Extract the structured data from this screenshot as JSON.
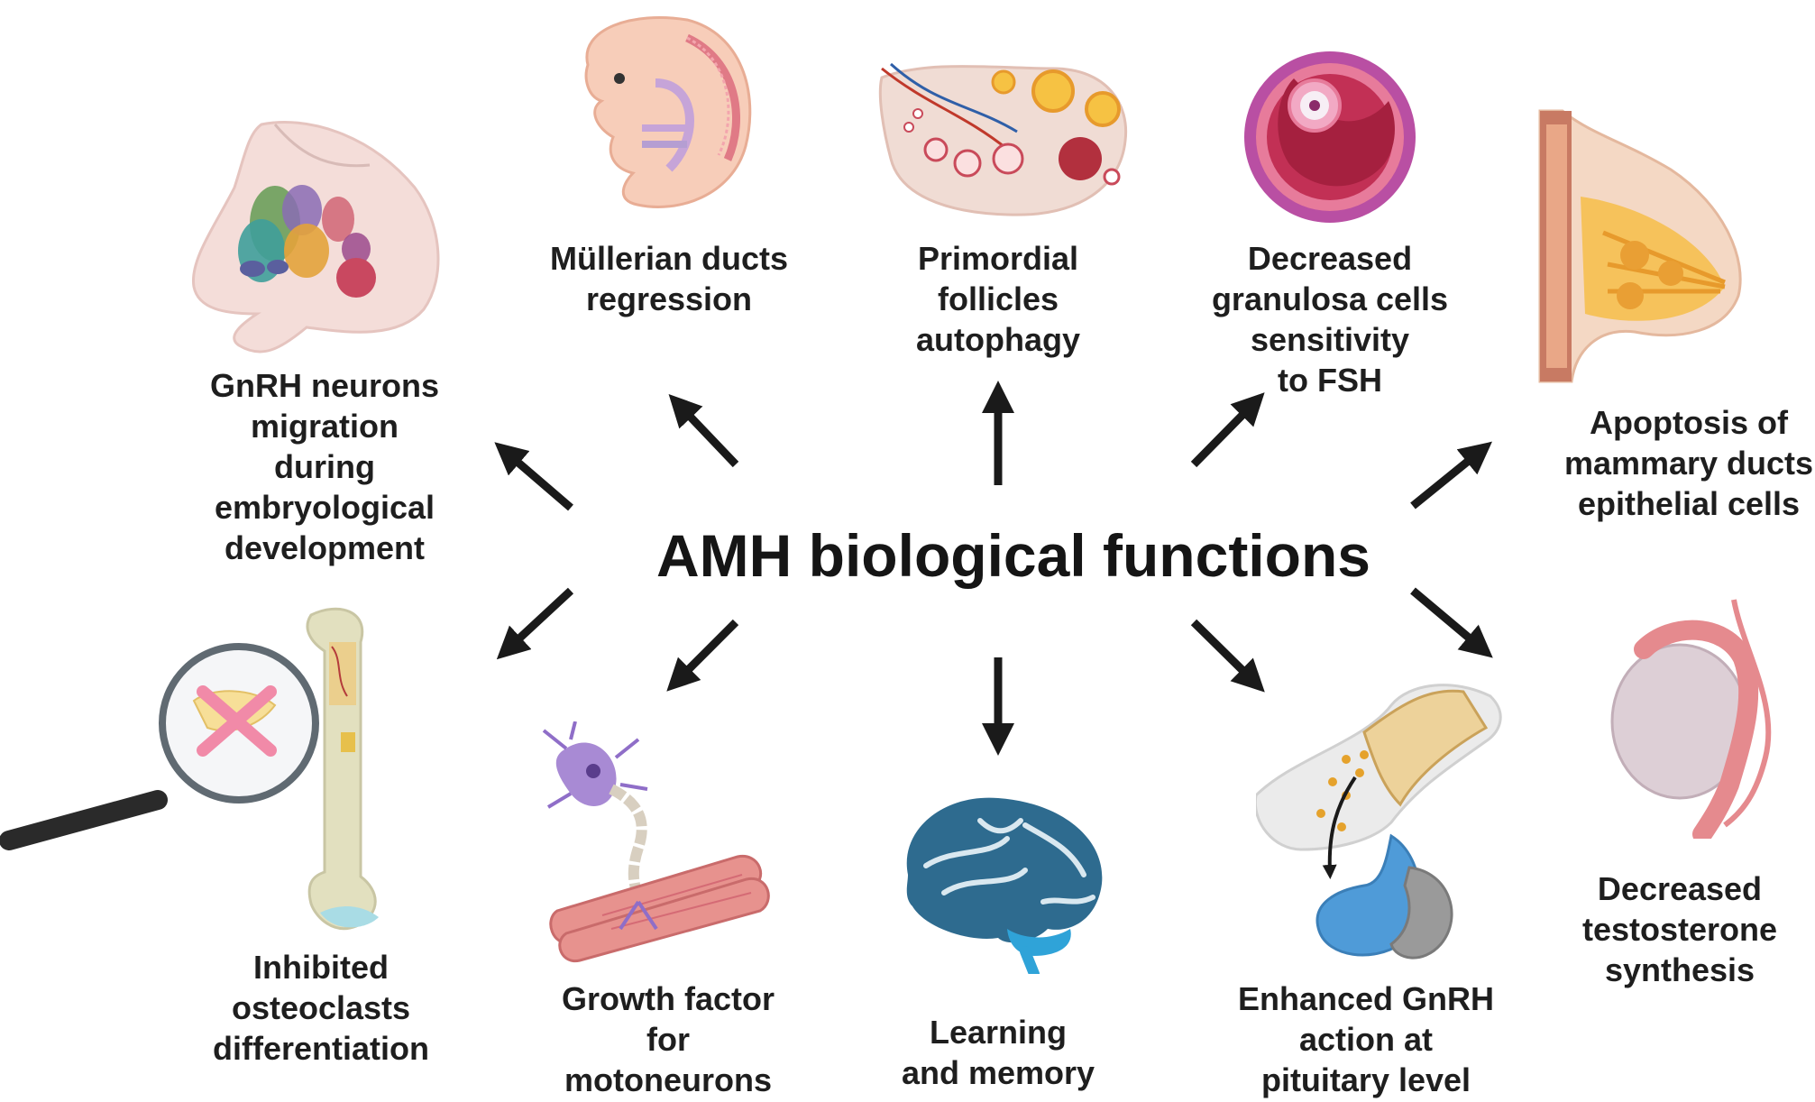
{
  "center": {
    "title": "AMH biological functions"
  },
  "functions": [
    {
      "id": "gnrh-migration",
      "lines": [
        "GnRH neurons",
        "migration",
        "during",
        "embryological",
        "development"
      ]
    },
    {
      "id": "mullerian",
      "lines": [
        "Müllerian ducts",
        "regression"
      ]
    },
    {
      "id": "primordial",
      "lines": [
        "Primordial",
        "follicles",
        "autophagy"
      ]
    },
    {
      "id": "granulosa",
      "lines": [
        "Decreased",
        "granulosa cells",
        "sensitivity",
        "to FSH"
      ]
    },
    {
      "id": "mammary",
      "lines": [
        "Apoptosis of",
        "mammary ducts",
        "epithelial cells"
      ]
    },
    {
      "id": "osteoclast",
      "lines": [
        "Inhibited",
        "osteoclasts",
        "differentiation"
      ]
    },
    {
      "id": "motoneuron",
      "lines": [
        "Growth factor",
        "for",
        "motoneurons"
      ]
    },
    {
      "id": "learning",
      "lines": [
        "Learning",
        "and memory"
      ]
    },
    {
      "id": "pituitary",
      "lines": [
        "Enhanced GnRH",
        "action at",
        "pituitary level"
      ]
    },
    {
      "id": "testosterone",
      "lines": [
        "Decreased",
        "testosterone",
        "synthesis"
      ]
    }
  ],
  "icons": [
    "hypothalamus-icon",
    "embryo-icon",
    "ovary-icon",
    "follicle-icon",
    "breast-icon",
    "magnifier-bone-icon",
    "motor-neuron-icon",
    "brain-icon",
    "pituitary-icon",
    "testis-icon"
  ]
}
